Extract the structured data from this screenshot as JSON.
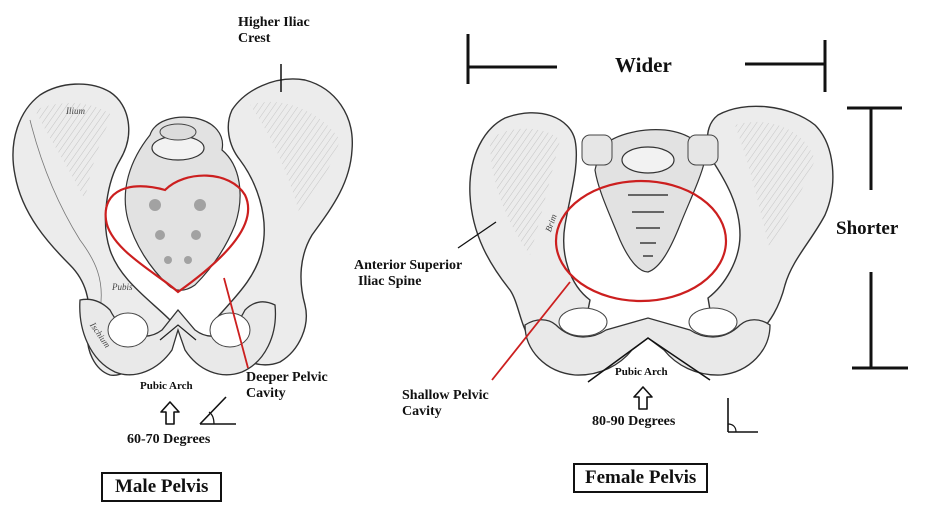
{
  "labels": {
    "higher_iliac_crest_1": "Higher Iliac",
    "higher_iliac_crest_2": "Crest",
    "deeper_pelvic_1": "Deeper Pelvic",
    "deeper_pelvic_2": "Cavity",
    "pubic_arch_male": "Pubic Arch",
    "male_degrees": "60-70 Degrees",
    "male_title": "Male Pelvis",
    "wider": "Wider",
    "shorter": "Shorter",
    "asis_1": "Anterior Superior",
    "asis_2": "Iliac Spine",
    "shallow_pelvic_1": "Shallow Pelvic",
    "shallow_pelvic_2": "Cavity",
    "pubic_arch_female": "Pubic Arch",
    "female_degrees": "80-90 Degrees",
    "female_title": "Female Pelvis"
  },
  "bone_text": {
    "ilium": "Ilium",
    "pubis": "Pubis",
    "ischium": "Ischium",
    "brim": "Brim"
  },
  "colors": {
    "outline_red": "#cc1f1f",
    "bone_fill": "#ececec",
    "bone_shade": "#bdbdbd",
    "ink": "#111111"
  }
}
